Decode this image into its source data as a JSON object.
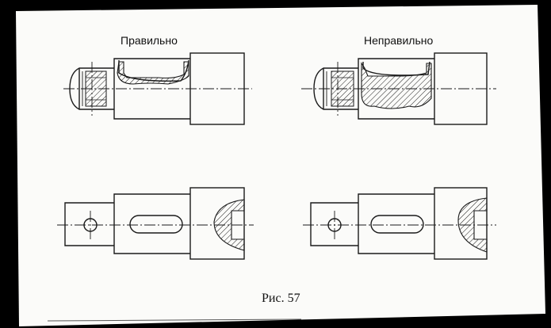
{
  "labels": {
    "correct": "Правильно",
    "incorrect": "Неправильно"
  },
  "caption": "Рис. 57",
  "colors": {
    "paper": "#fbfbf9",
    "ink": "#1a1a1a",
    "background": "#000000"
  }
}
